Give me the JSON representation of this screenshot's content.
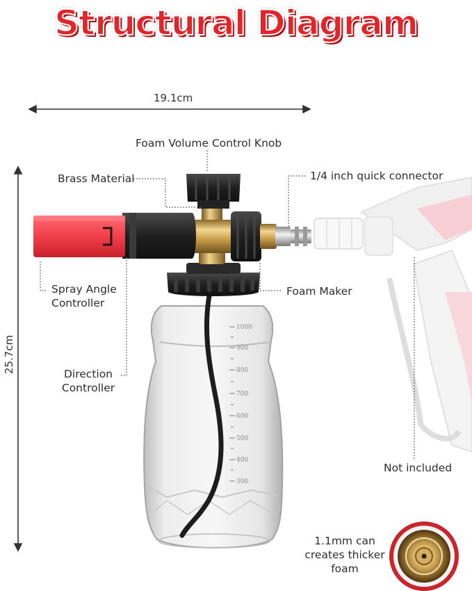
{
  "title": "Structural Diagram",
  "dimensions": {
    "width": "19.1cm",
    "height": "25.7cm"
  },
  "labels": {
    "foam_volume_knob": "Foam Volume Control Knob",
    "brass_material": "Brass Material",
    "quick_connector": "1/4 inch quick connector",
    "spray_angle_line1": "Spray Angle",
    "spray_angle_line2": "Controller",
    "foam_maker": "Foam Maker",
    "direction_line1": "Direction",
    "direction_line2": "Controller",
    "not_included": "Not included",
    "orifice_line1": "1.1mm can",
    "orifice_line2": "creates thicker",
    "orifice_line3": "foam"
  },
  "bottle_scale": [
    "1000",
    "900",
    "800",
    "700",
    "600",
    "500",
    "400",
    "300"
  ],
  "colors": {
    "title_red": "#e0262b",
    "nozzle_red": "#f04a55",
    "body_black": "#2a2a2a",
    "brass": "#c9a35a",
    "gun_pink": "#f3b7bd"
  }
}
